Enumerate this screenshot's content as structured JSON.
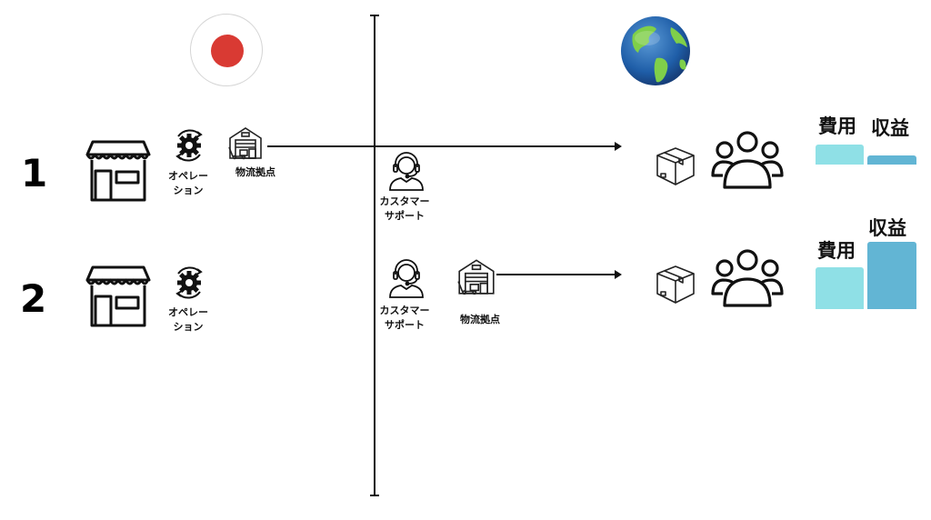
{
  "regions": {
    "domestic": {
      "icon": "japan-flag-icon"
    },
    "global": {
      "icon": "globe-icon"
    }
  },
  "rows": [
    {
      "number": "1",
      "operation_label_line1": "オペレー",
      "operation_label_line2": "ション",
      "logistics_label": "物流拠点",
      "support_label_line1": "カスタマー",
      "support_label_line2": "サポート",
      "cost_label": "費用",
      "revenue_label": "収益",
      "cost_value": 0.55,
      "revenue_value": 0.25
    },
    {
      "number": "2",
      "operation_label_line1": "オペレー",
      "operation_label_line2": "ション",
      "logistics_label": "物流拠点",
      "support_label_line1": "カスタマー",
      "support_label_line2": "サポート",
      "cost_label": "費用",
      "revenue_label": "収益",
      "cost_value": 0.62,
      "revenue_value": 1.0
    }
  ],
  "colors": {
    "cost": "#8fe0e6",
    "revenue": "#62b5d4",
    "flag_red": "#d93a33"
  }
}
